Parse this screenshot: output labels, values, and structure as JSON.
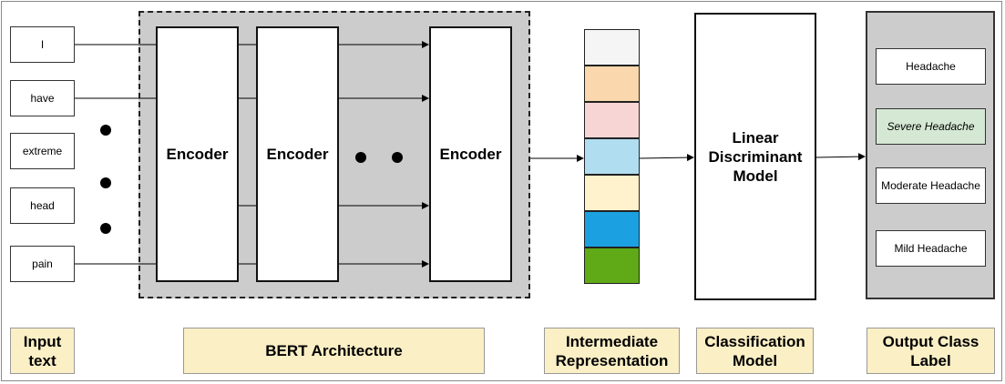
{
  "input_tokens": [
    "I",
    "have",
    "extreme",
    "head",
    "pain"
  ],
  "encoder_label": "Encoder",
  "classifier_label": "Linear Discriminant Model",
  "representation_colors": [
    "#f5f5f5",
    "#fad7ac",
    "#f8d5d5",
    "#b1ddf0",
    "#fff2cc",
    "#1ba1e2",
    "#60a917"
  ],
  "output_labels": [
    {
      "text": "Headache",
      "selected": false
    },
    {
      "text": "Severe Headache",
      "selected": true
    },
    {
      "text": "Moderate Headache",
      "selected": false
    },
    {
      "text": "Mild Headache",
      "selected": false
    }
  ],
  "captions": {
    "input": "Input text",
    "bert": "BERT Architecture",
    "intermediate": "Intermediate Representation",
    "classification": "Classification Model",
    "output": "Output Class Label"
  }
}
